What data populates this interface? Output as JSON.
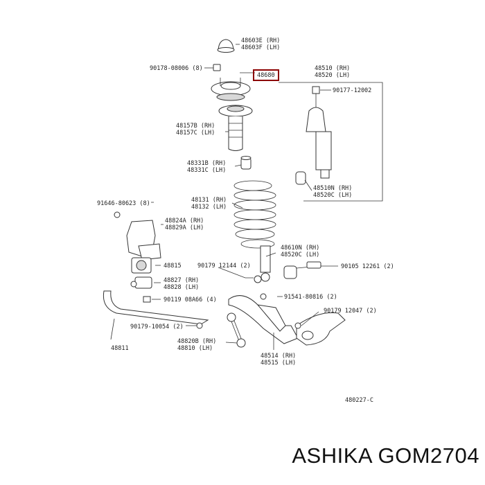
{
  "labels": {
    "top_mount_cap": [
      "48603E (RH)",
      "48603F (LH)"
    ],
    "nut_bolt": "90178-08006 (8)",
    "support_part": "48680",
    "shock_absorber": [
      "48510 (RH)",
      "48520 (LH)"
    ],
    "shock_nut": "90177-12002",
    "bellows": [
      "48157B (RH)",
      "48157C (LH)"
    ],
    "bump_stopper": [
      "48331B (RH)",
      "48331C (LH)"
    ],
    "lower_bushing": [
      "48510N (RH)",
      "48520C (LH)"
    ],
    "coil_spring": [
      "48131 (RH)",
      "48132 (LH)"
    ],
    "bracket_bolt": "91646-80623 (8)",
    "bracket": [
      "48824A (RH)",
      "48829A (LH)"
    ],
    "lower_shock_part": [
      "48610N (RH)",
      "48520C (LH)"
    ],
    "stabilizer_bushing": "48815",
    "bolt_12144": "90179 12144 (2)",
    "bolt_12261": "90105 12261 (2)",
    "bracket_small": [
      "48827 (RH)",
      "48828 (LH)"
    ],
    "bolt_80816": "91541-80816 (2)",
    "nut_08a66": "90119 08A66 (4)",
    "bolt_12047": "90179 12047 (2)",
    "nut_10054": "90179-10054 (2)",
    "stabilizer_bar": "48811",
    "link": [
      "48820B (RH)",
      "48810 (LH)"
    ],
    "lower_arm": [
      "48514 (RH)",
      "48515 (LH)"
    ],
    "figure_code": "480227-C"
  },
  "brand_text": "ASHIKA GOM2704"
}
